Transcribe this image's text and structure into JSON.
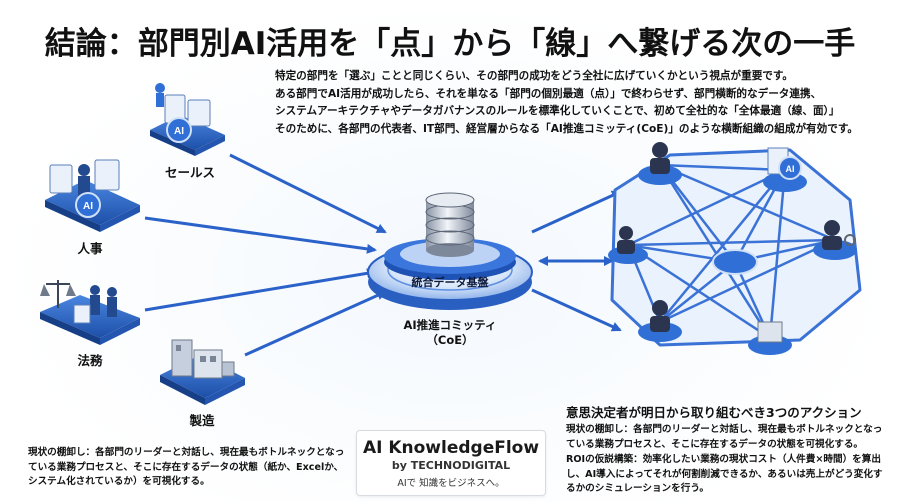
{
  "title": "結論：部門別AI活用を「点」から「線」へ繋げる次の一手",
  "intro": [
    "特定の部門を「選ぶ」ことと同じくらい、その部門の成功をどう全社に広げていくかという視点が重要です。",
    "ある部門でAI活用が成功したら、それを単なる「部門の個別最適（点）」で終わらせず、部門横断的なデータ連携、",
    "システムアーキテクチャやデータガバナンスのルールを標準化していくことで、初めて全社的な「全体最適（線、面）」",
    "そのために、各部門の代表者、IT部門、経営層からなる「AI推進コミッティ(CoE)」のような横断組織の組成が有効です。"
  ],
  "departments": {
    "sales": "セールス",
    "hr": "人事",
    "legal": "法務",
    "manufacturing": "製造"
  },
  "icons": {
    "sales_badge": "AI",
    "hr_badge": "AI",
    "network_badge": "AI"
  },
  "platform": {
    "label": "統合データ基盤",
    "coe_line1": "AI推進コミッティ",
    "coe_line2": "（CoE）"
  },
  "bottom_left": "現状の棚卸し：各部門のリーダーと対話し、現在最もボトルネックとなっている業務プロセスと、そこに存在するデータの状態（紙か、Excelか、システム化されているか）を可視化する。",
  "actions": {
    "title": "意思決定者が明日から取り組むべき3つのアクション",
    "items": [
      "現状の棚卸し：各部門のリーダーと対話し、現在最もボトルネックとなっている業務プロセスと、そこに存在するデータの状態を可視化する。",
      "ROIの仮説構築：効率化したい業務の現状コスト（人件費×時間）を算出し、AI導入によってそれが何割削減できるか、あるいは売上がどう変化するかのシミュレーションを行う。"
    ]
  },
  "brand": {
    "name": "AI KnowledgeFlow",
    "by": "by TECHNODIGITAL",
    "tagline": "AIで 知識をビジネスへ。"
  },
  "colors": {
    "accent": "#2f6fd6",
    "dark_blue": "#0d3b8c",
    "light_blue": "#cfe0f7",
    "arrow": "#2a62c9"
  }
}
